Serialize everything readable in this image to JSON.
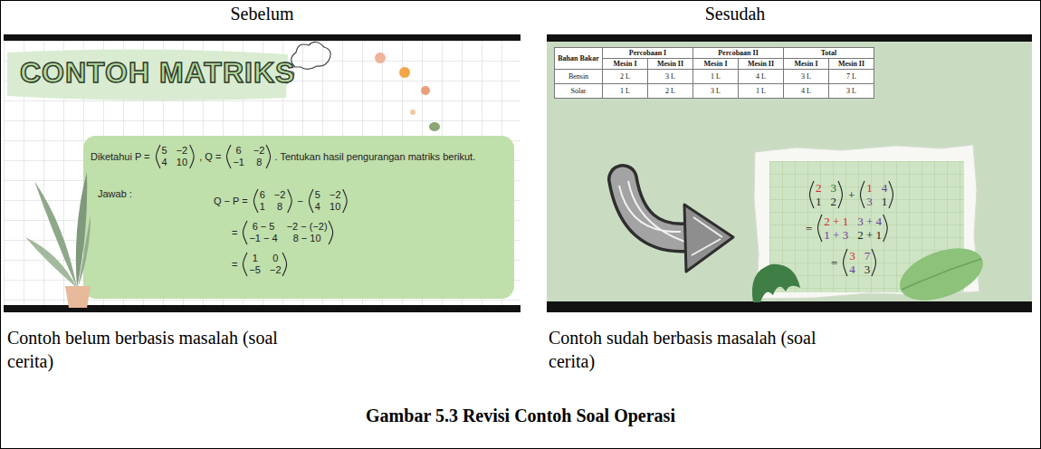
{
  "diagram": {
    "caption": "Gambar 5.3 Revisi Contoh Soal Operasi",
    "nodes": [
      {
        "text": [
          "Sebelum",
          "CONTOH MATRIKS"
        ]
      },
      {
        "text": [
          "Diketahui P =",
          "5",
          "−2",
          "4",
          "10",
          ", Q =",
          "6",
          "−2",
          "−1",
          "8",
          ". Tentukan hasil pengurangan matriks berikut.",
          "Jawab :",
          "Q − P =",
          "6",
          "−2",
          "1",
          "8",
          "−",
          "5",
          "−2",
          "4",
          "10",
          "=",
          "6 − 5",
          "−2 − (−2)",
          "−1 − 4",
          "8 − 10",
          "=",
          "1",
          "0",
          "−5",
          "−2"
        ],
        "in": 0
      },
      {
        "text": [
          "Sesudah"
        ]
      },
      {
        "text": [
          "Bahan Bakar",
          "Percobaan I",
          "Percobaan II",
          "Total",
          "Mesin I",
          "Mesin II",
          "Mesin I",
          "Mesin II",
          "Mesin I",
          "Mesin II",
          "Bensin",
          "2 L",
          "3 L",
          "1 L",
          "4 L",
          "3 L",
          "7 L",
          "Solar",
          "1 L",
          "2 L",
          "3 L",
          "1 L",
          "4 L",
          "3 L"
        ],
        "in": 2
      },
      {
        "text": [
          "2",
          "3",
          "1",
          "2",
          "+",
          "1",
          "4",
          "3",
          "1",
          "=",
          "2 + 1",
          "3 + 4",
          "1 + 3",
          "2 + 1",
          "=",
          "3",
          "7",
          "4",
          "3"
        ],
        "in": 2
      }
    ],
    "labels": [
      "Contoh belum berbasis masalah (soal cerita)",
      "Contoh sudah berbasis masalah (soal cerita)"
    ]
  }
}
